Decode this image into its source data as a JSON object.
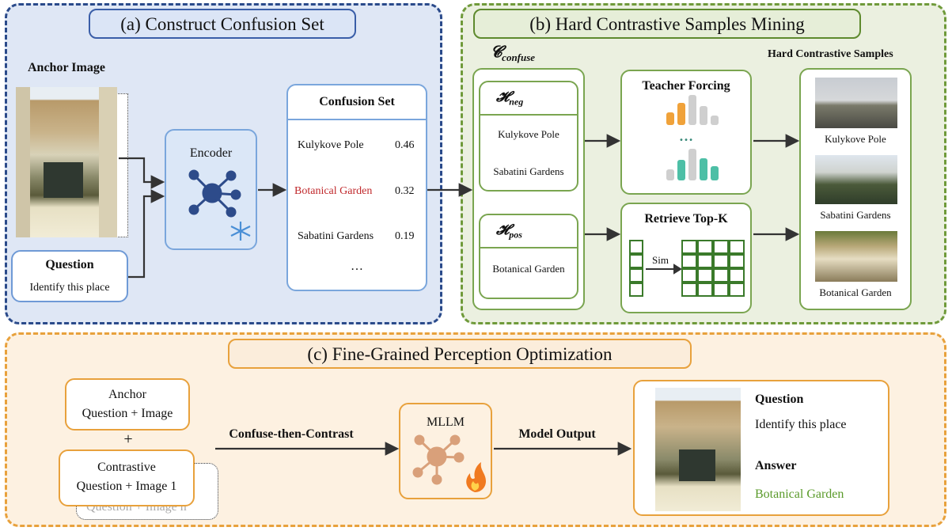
{
  "panel_a": {
    "title": "(a) Construct Confusion Set",
    "anchor_label": "Anchor Image",
    "question_title": "Question",
    "question_text": "Identify this place",
    "encoder_label": "Encoder",
    "confusion_title": "Confusion Set",
    "confusion_items": [
      {
        "name": "Kulykove Pole",
        "score": "0.46"
      },
      {
        "name": "Botanical Garden",
        "score": "0.32"
      },
      {
        "name": "Sabatini Gardens",
        "score": "0.19"
      }
    ],
    "ellipsis": "…"
  },
  "panel_b": {
    "title": "(b) Hard Contrastive Samples Mining",
    "c_confuse": "𝓒",
    "c_confuse_sub": "confuse",
    "h_neg": "𝓗",
    "h_neg_sub": "neg",
    "h_neg_items": [
      "Kulykove Pole",
      "Sabatini Gardens"
    ],
    "h_pos": "𝓗",
    "h_pos_sub": "pos",
    "h_pos_items": [
      "Botanical Garden"
    ],
    "teacher_forcing": "Teacher Forcing",
    "dots": "…",
    "retrieve": "Retrieve Top-K",
    "sim": "Sim",
    "hard_samples_title": "Hard Contrastive Samples",
    "hard_samples": [
      "Kulykove Pole",
      "Sabatini Gardens",
      "Botanical Garden"
    ]
  },
  "panel_c": {
    "title": "(c) Fine-Grained Perception Optimization",
    "anchor_line1": "Anchor",
    "anchor_line2": "Question + Image",
    "plus": "+",
    "contrast_line1": "Contrastive",
    "contrast_line2": "Question + Image 1",
    "contrast_back": "Question + Image n",
    "arrow1": "Confuse-then-Contrast",
    "mllm": "MLLM",
    "arrow2": "Model Output",
    "out_question_title": "Question",
    "out_question_text": "Identify this place",
    "out_answer_title": "Answer",
    "out_answer_text": "Botanical Garden"
  },
  "colors": {
    "blue_border": "#2a4a8a",
    "blue_fill": "#dde6f5",
    "green_border": "#6f9a3a",
    "green_fill": "#eaf0df",
    "orange_border": "#e8a13c",
    "orange_fill": "#fdf1e1",
    "highlight_red": "#c0282b",
    "answer_green": "#5a9a2a"
  }
}
